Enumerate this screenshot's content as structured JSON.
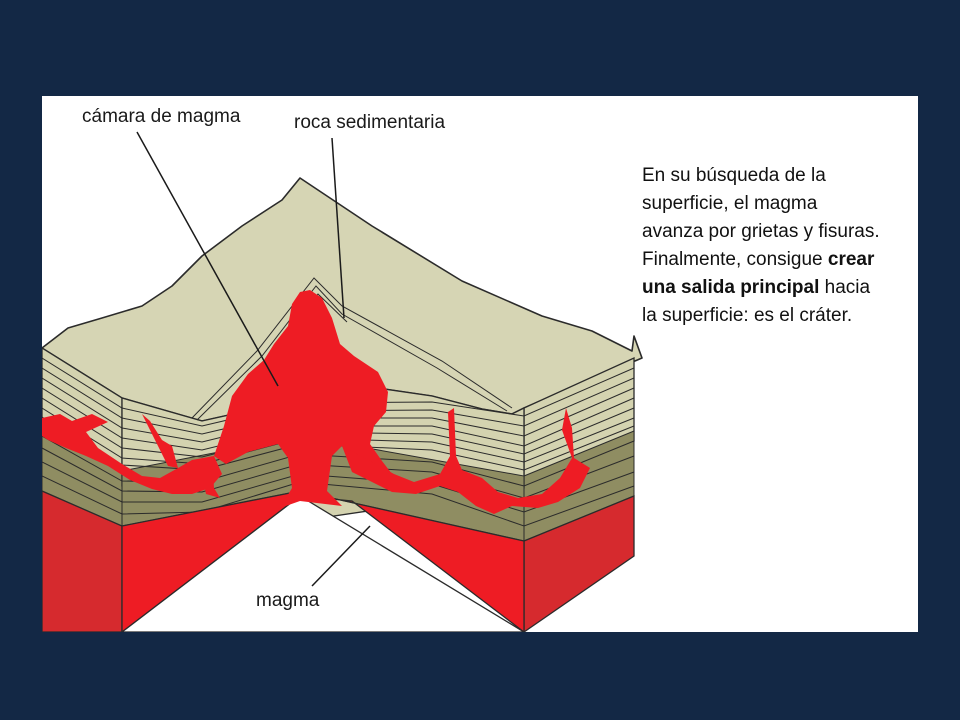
{
  "labels": {
    "magma_chamber": "cámara de magma",
    "sedimentary_rock": "roca sedimentaria",
    "magma": "magma"
  },
  "explanation": {
    "line1": "En su búsqueda de la",
    "line2": "superficie,  el magma",
    "line3": "avanza por grietas y fisuras.",
    "line4": "Finalmente, consigue ",
    "line4_bold": "crear",
    "line5_bold": "una salida principal",
    "line5": " hacia",
    "line6": "la superficie: es el  cráter."
  },
  "colors": {
    "background": "#132845",
    "panel": "#ffffff",
    "top_surface": "#d6d5b4",
    "upper_strata": "#d4d3b0",
    "lower_strata": "#8f8d62",
    "magma": "#ee1c24",
    "magma_shadow": "#d62a2e",
    "lines": "#2b2b2b"
  }
}
